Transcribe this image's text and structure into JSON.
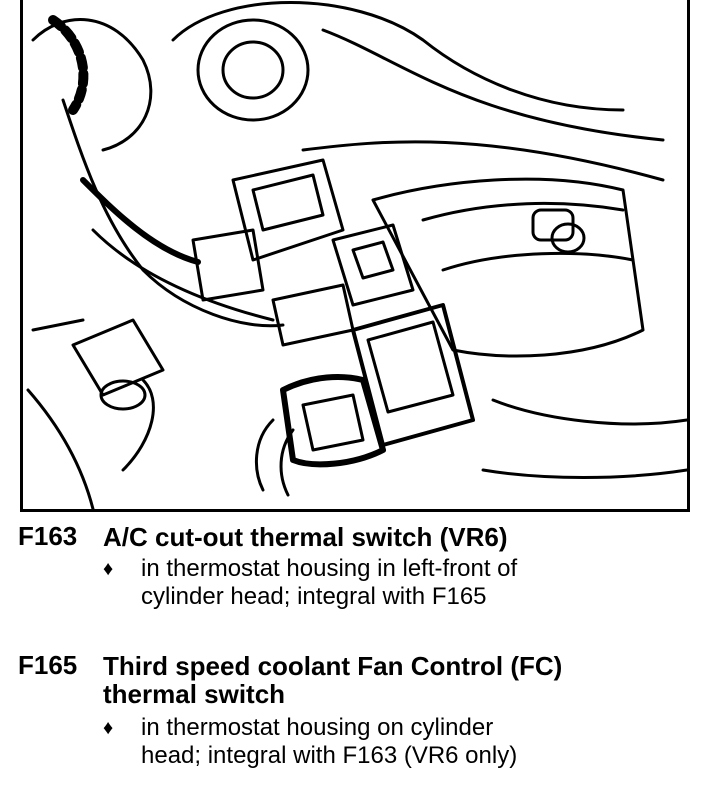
{
  "figure": {
    "icon": "thermal-switch-connector-illustration"
  },
  "entries": [
    {
      "code": "F163",
      "title": "A/C cut-out thermal switch (VR6)",
      "bullet": "♦",
      "bullet_text": [
        "in thermostat housing in left-front of",
        "cylinder head;  integral with F165"
      ]
    },
    {
      "code": "F165",
      "title_lines": [
        "Third speed coolant Fan Control (FC)",
        "thermal switch"
      ],
      "bullet": "♦",
      "bullet_text": [
        "in thermostat housing on cylinder",
        "head;  integral with F163 (VR6 only)"
      ]
    }
  ]
}
